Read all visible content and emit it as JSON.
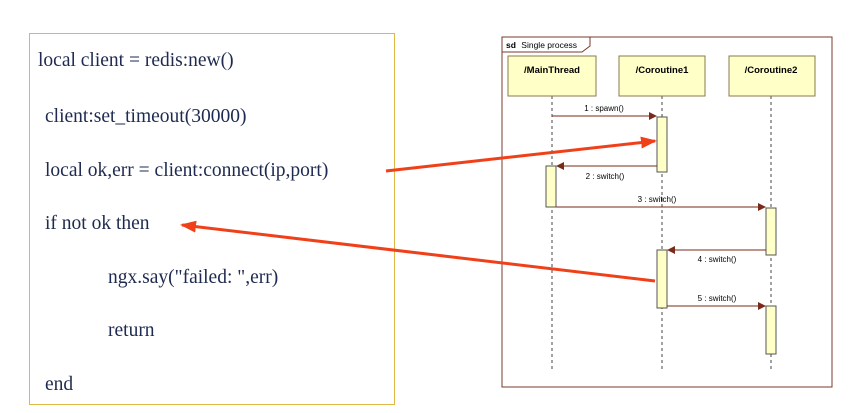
{
  "code": {
    "lines": [
      "local client = redis:new()",
      "client:set_timeout(30000)",
      "local ok,err = client:connect(ip,port)",
      "if not ok then",
      "ngx.say(\"failed: \",err)",
      "return",
      "end"
    ]
  },
  "sequence": {
    "frame_keyword": "sd",
    "frame_title": "Single process",
    "lifelines": [
      "/MainThread",
      "/Coroutine1",
      "/Coroutine2"
    ],
    "messages": [
      {
        "label": "1 : spawn()",
        "from": 0,
        "to": 1
      },
      {
        "label": "2 : switch()",
        "from": 1,
        "to": 0
      },
      {
        "label": "3 : switch()",
        "from": 0,
        "to": 2
      },
      {
        "label": "4 : switch()",
        "from": 2,
        "to": 1
      },
      {
        "label": "5 : switch()",
        "from": 1,
        "to": 2
      }
    ]
  },
  "colors": {
    "code_border": "#e0b846",
    "code_text": "#1e2a4f",
    "frame_border": "#7a3a2a",
    "lifeline_fill": "#ffffc8",
    "lifeline_border": "#8a7a4a",
    "message_line": "#7a2a1a",
    "callout_arrow": "#f0401a"
  }
}
